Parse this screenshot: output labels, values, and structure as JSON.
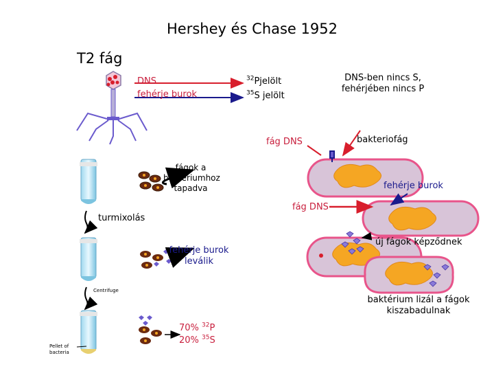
{
  "title": "Hershey és Chase 1952",
  "subtitle": "T2 fág",
  "phage_labels": {
    "dns": "DNS",
    "protein_coat": "fehérje burok",
    "p32_mass": "32",
    "p32_symbol": "P",
    "p32_text": "jelölt",
    "s35_mass": "35",
    "s35_symbol": "S",
    "s35_text": " jelölt"
  },
  "note": {
    "line1": "DNS-ben nincs S,",
    "line2": "fehérjében nincs P"
  },
  "fag_dns_top": "fág DNS",
  "bakteriofag": "bakteriofág",
  "attached": {
    "line1": "fágok a",
    "line2": "baktériumhoz",
    "line3": "tapadva"
  },
  "protein_coat_right": "fehérje burok",
  "fag_dns_mid": "fág DNS",
  "blending": "turmixolás",
  "detached": {
    "line1": "fehérje burok",
    "line2": "leválik"
  },
  "new_phages": "új fágok képződnek",
  "centrifuge": "Centrifuge",
  "lysis": {
    "line1": "baktérium lizál a fágok",
    "line2": "kiszabadulnak"
  },
  "result": {
    "p_value": "70% ",
    "p_mass": "32",
    "p_symbol": "P",
    "s_value": "20% ",
    "s_mass": "35",
    "s_symbol": "S"
  },
  "pellet": {
    "line1": "Pellet of",
    "line2": "bacteria"
  },
  "colors": {
    "red_text": "#c81e3c",
    "navy_text": "#1a1a8c",
    "arrow_red": "#d81e2c",
    "arrow_navy": "#1a1a8c",
    "bacterium_pink": "#e8548a",
    "bacterium_fill": "#d8c4d8",
    "dna_orange": "#f5a623",
    "phage_purple": "#6a5acd"
  }
}
